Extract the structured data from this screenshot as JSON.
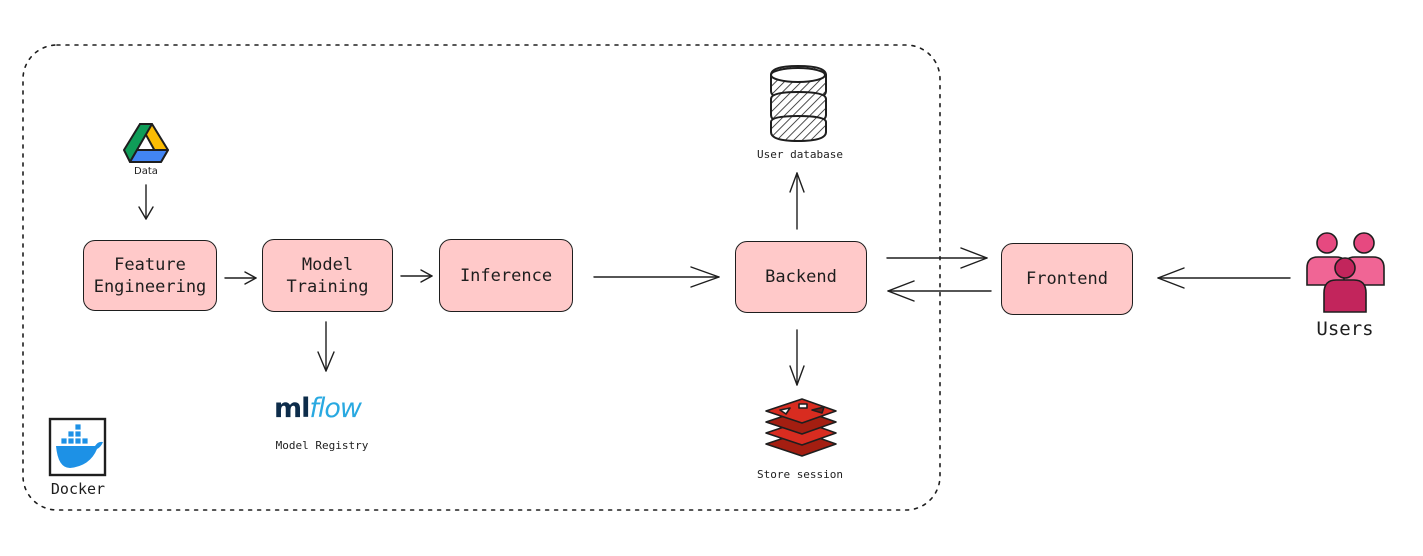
{
  "diagram": {
    "container_label": "Docker",
    "nodes": {
      "feature_engineering": "Feature\nEngineering",
      "model_training": "Model\nTraining",
      "inference": "Inference",
      "backend": "Backend",
      "frontend": "Frontend"
    },
    "labels": {
      "data": "Data",
      "model_registry": "Model Registry",
      "user_database": "User database",
      "store_session": "Store session",
      "users": "Users"
    },
    "mlflow_logo": {
      "ml": "ml",
      "flow": "flow"
    },
    "colors": {
      "node_fill": "#ffc9c9",
      "stroke": "#1e1e1e",
      "users_pink": "#e64980",
      "users_dark": "#c2255c",
      "redis_red": "#d82c20",
      "docker_blue": "#1d91e6",
      "mlflow_blue": "#29a9e1"
    },
    "edges": [
      {
        "from": "data-icon",
        "to": "feature_engineering"
      },
      {
        "from": "feature_engineering",
        "to": "model_training"
      },
      {
        "from": "model_training",
        "to": "inference"
      },
      {
        "from": "model_training",
        "to": "model_registry"
      },
      {
        "from": "inference",
        "to": "backend"
      },
      {
        "from": "backend",
        "to": "user_database"
      },
      {
        "from": "backend",
        "to": "store_session"
      },
      {
        "from": "backend",
        "to": "frontend"
      },
      {
        "from": "frontend",
        "to": "backend"
      },
      {
        "from": "users",
        "to": "frontend"
      }
    ]
  }
}
